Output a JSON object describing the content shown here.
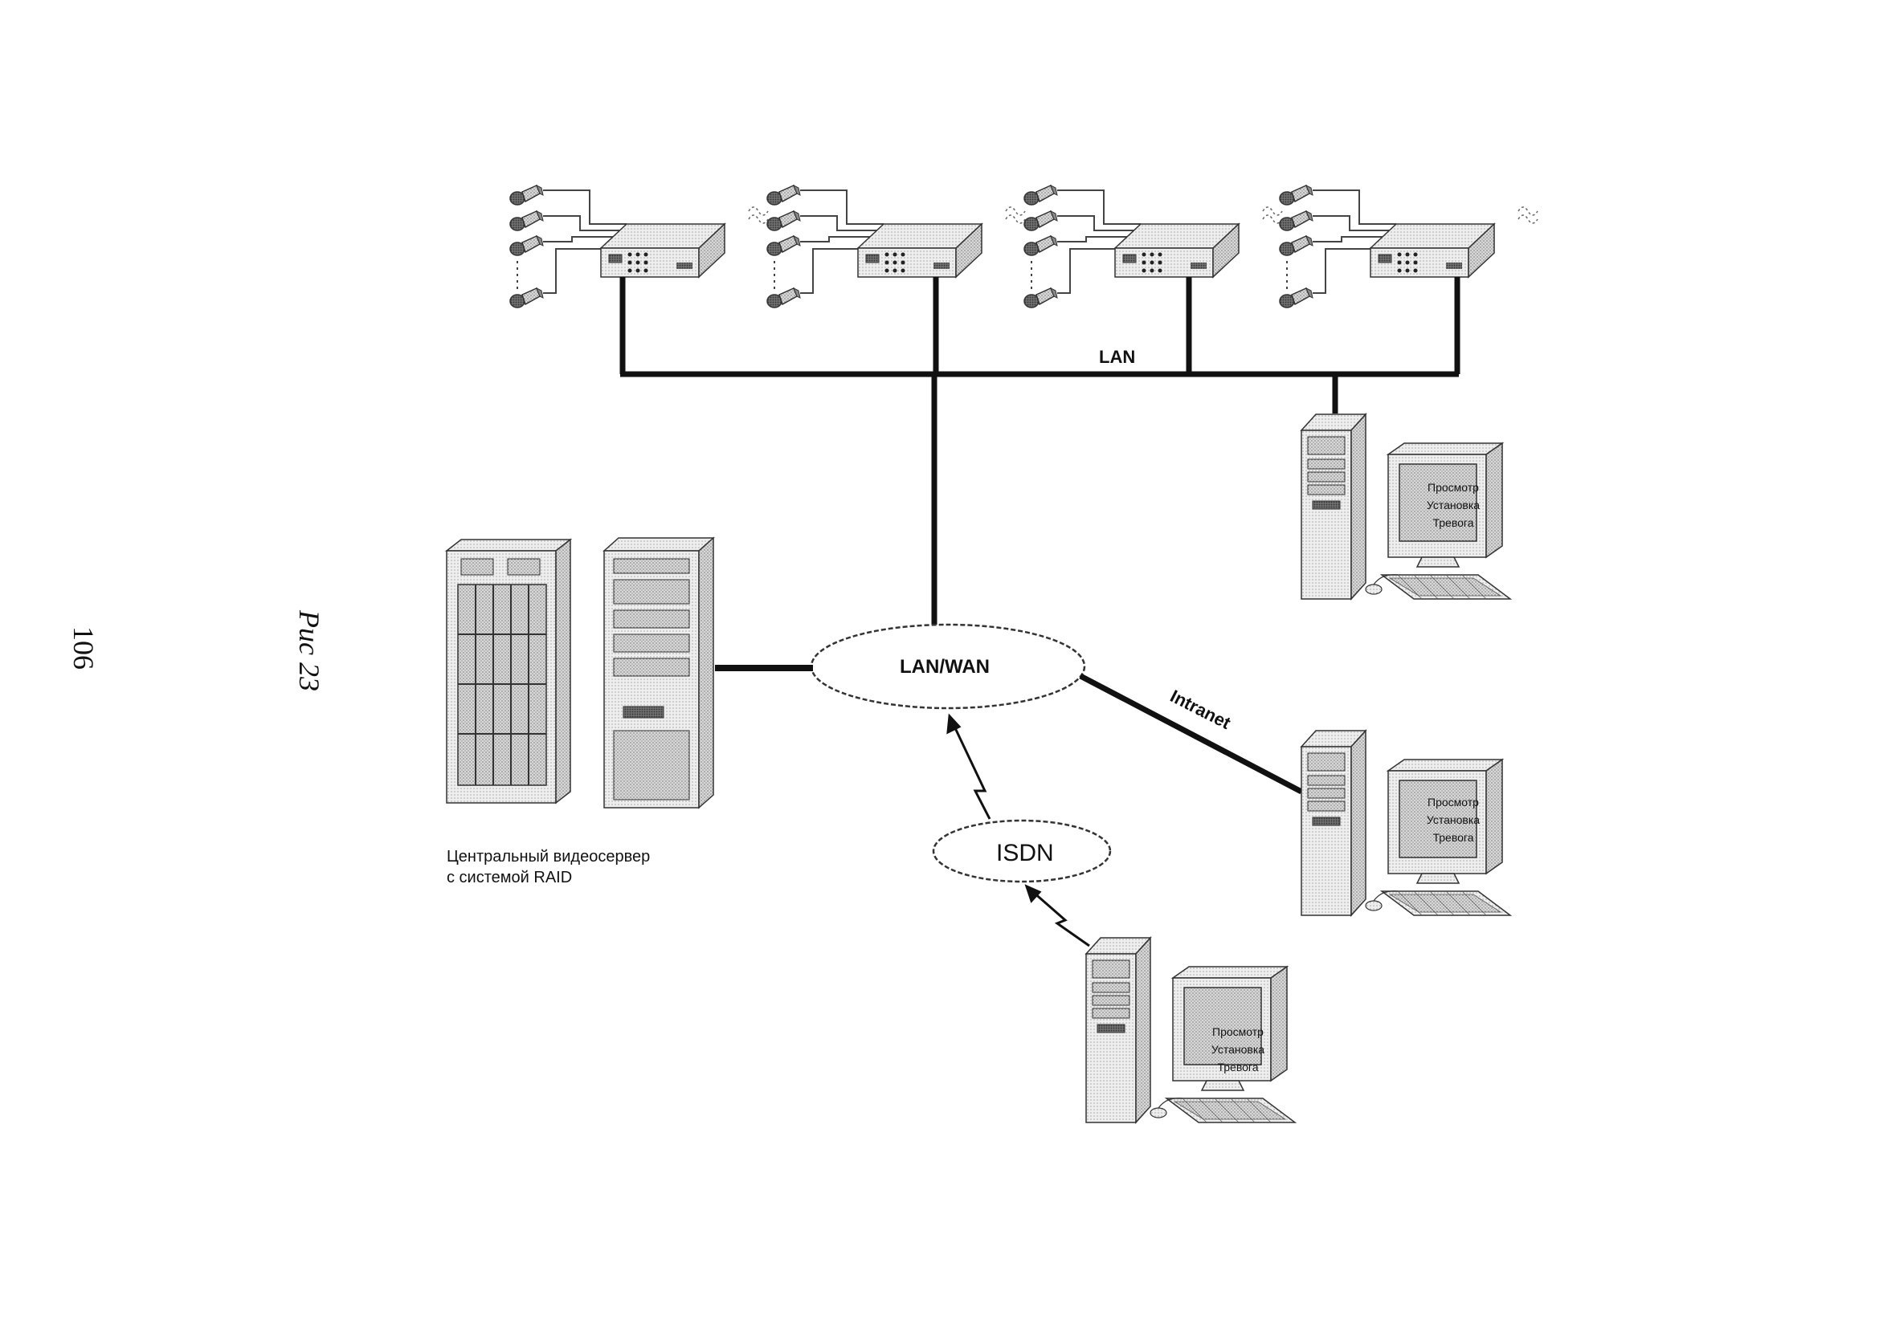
{
  "page_number": "106",
  "figure_caption": "Рис 23",
  "labels": {
    "lan": "LAN",
    "lan_wan": "LAN/WAN",
    "isdn": "ISDN",
    "intranet": "Intranet",
    "server_caption_line1": "Центральный видеосервер",
    "server_caption_line2": "с системой RAID"
  },
  "workstation_screen_lines": [
    "Просмотр",
    "Установка",
    "Тревога"
  ]
}
